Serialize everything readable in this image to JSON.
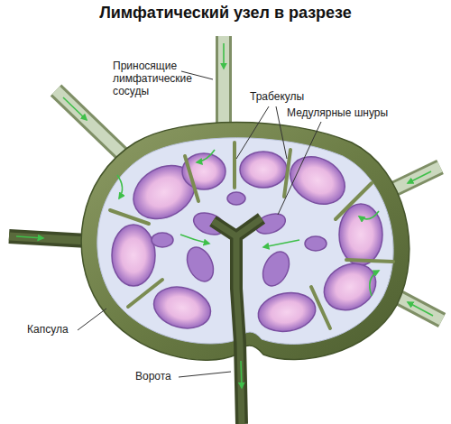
{
  "diagram": {
    "title": "Лимфатический узел в разрезе",
    "labels": [
      "Приносящие лимфатические сосуды",
      "Трабекулы",
      "Медулярные шнуры",
      "Капсула",
      "Ворота"
    ]
  }
}
